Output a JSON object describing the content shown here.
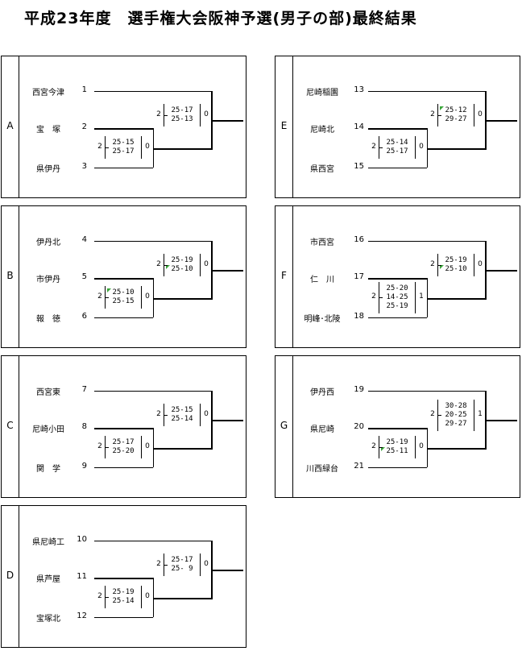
{
  "title": "平成23年度　選手権大会阪神予選(男子の部)最終結果",
  "blocks": [
    {
      "name": "A",
      "teams": [
        {
          "name": "西宮今津",
          "seed": "1"
        },
        {
          "name": "宝　塚",
          "seed": "2"
        },
        {
          "name": "県伊丹",
          "seed": "3"
        }
      ],
      "match1": {
        "scores": [
          "25-15",
          "25-17"
        ],
        "left": "2",
        "right": "0",
        "flags": []
      },
      "final": {
        "scores": [
          "25-17",
          "25-13"
        ],
        "left": "2",
        "right": "0",
        "flags": []
      }
    },
    {
      "name": "B",
      "teams": [
        {
          "name": "伊丹北",
          "seed": "4"
        },
        {
          "name": "市伊丹",
          "seed": "5"
        },
        {
          "name": "報　徳",
          "seed": "6"
        }
      ],
      "match1": {
        "scores": [
          "25-10",
          "25-15"
        ],
        "left": "2",
        "right": "0",
        "flags": [
          0
        ]
      },
      "final": {
        "scores": [
          "25-19",
          "25-10"
        ],
        "left": "2",
        "right": "0",
        "flags": [
          1
        ]
      }
    },
    {
      "name": "C",
      "teams": [
        {
          "name": "西宮東",
          "seed": "7"
        },
        {
          "name": "尼崎小田",
          "seed": "8"
        },
        {
          "name": "関　学",
          "seed": "9"
        }
      ],
      "match1": {
        "scores": [
          "25-17",
          "25-20"
        ],
        "left": "2",
        "right": "0",
        "flags": []
      },
      "final": {
        "scores": [
          "25-15",
          "25-14"
        ],
        "left": "2",
        "right": "0",
        "flags": []
      }
    },
    {
      "name": "D",
      "teams": [
        {
          "name": "県尼崎工",
          "seed": "10"
        },
        {
          "name": "県芦屋",
          "seed": "11"
        },
        {
          "name": "宝塚北",
          "seed": "12"
        }
      ],
      "match1": {
        "scores": [
          "25-19",
          "25-14"
        ],
        "left": "2",
        "right": "0",
        "flags": []
      },
      "final": {
        "scores": [
          "25-17",
          "25- 9"
        ],
        "left": "2",
        "right": "0",
        "flags": []
      }
    },
    {
      "name": "E",
      "teams": [
        {
          "name": "尼崎稲園",
          "seed": "13"
        },
        {
          "name": "尼崎北",
          "seed": "14"
        },
        {
          "name": "県西宮",
          "seed": "15"
        }
      ],
      "match1": {
        "scores": [
          "25-14",
          "25-17"
        ],
        "left": "2",
        "right": "0",
        "flags": []
      },
      "final": {
        "scores": [
          "25-12",
          "29-27"
        ],
        "left": "2",
        "right": "0",
        "flags": [
          0
        ]
      }
    },
    {
      "name": "F",
      "teams": [
        {
          "name": "市西宮",
          "seed": "16"
        },
        {
          "name": "仁　川",
          "seed": "17"
        },
        {
          "name": "明峰･北陵",
          "seed": "18"
        }
      ],
      "match1": {
        "scores": [
          "25-20",
          "14-25",
          "25-19"
        ],
        "left": "2",
        "right": "1",
        "flags": []
      },
      "final": {
        "scores": [
          "25-19",
          "25-10"
        ],
        "left": "2",
        "right": "0",
        "flags": [
          1
        ]
      }
    },
    {
      "name": "G",
      "teams": [
        {
          "name": "伊丹西",
          "seed": "19"
        },
        {
          "name": "県尼崎",
          "seed": "20"
        },
        {
          "name": "川西緑台",
          "seed": "21"
        }
      ],
      "match1": {
        "scores": [
          "25-19",
          "25-11"
        ],
        "left": "2",
        "right": "0",
        "flags": [
          1
        ]
      },
      "final": {
        "scores": [
          "30-28",
          "20-25",
          "29-27"
        ],
        "left": "2",
        "right": "1",
        "flags": []
      }
    }
  ],
  "colors": {
    "line": "#000000",
    "flag": "#3aa63a",
    "background": "#ffffff"
  }
}
